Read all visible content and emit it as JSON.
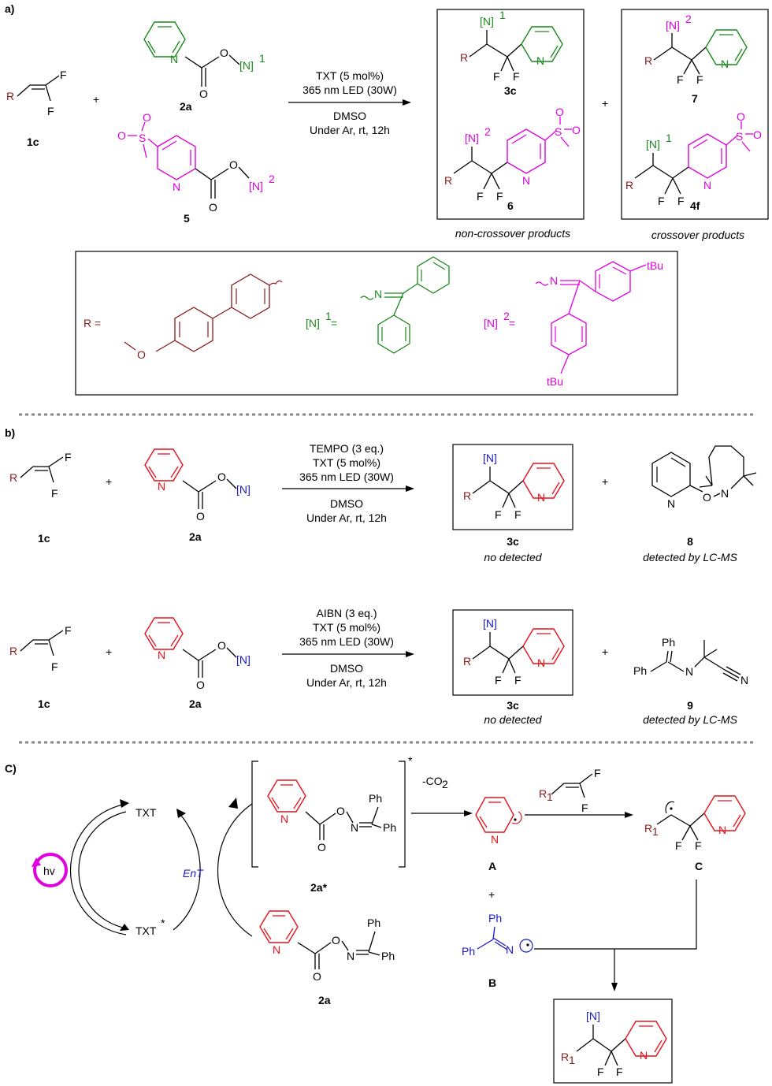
{
  "colors": {
    "ink": "#000000",
    "r_group": "#8b1a1a",
    "n1_green": "#1a8a1a",
    "n2_magenta": "#e000e0",
    "pyridine_red": "#e8101a",
    "n_blue": "#1a1acc",
    "box_border": "#000000",
    "separator": "#888888"
  },
  "panel_a": {
    "label": "a)",
    "conditions": [
      "TXT (5 mol%)",
      "365 nm LED (30W)",
      "DMSO",
      "Under Ar, rt, 12h"
    ],
    "compound_1c": "1c",
    "compound_2a": "2a",
    "compound_5": "5",
    "product_3c": "3c",
    "product_6": "6",
    "product_7": "7",
    "product_4f": "4f",
    "noncross_caption": "non-crossover products",
    "cross_caption": "crossover products",
    "plus": "+",
    "r_def": "R =",
    "n1_def": "[N]",
    "n1_sup": "1",
    "n2_def": "[N]",
    "n2_sup": "2",
    "equals": "=",
    "tbu": "tBu",
    "f": "F",
    "r": "R",
    "o": "O",
    "n": "N",
    "s": "S"
  },
  "panel_b": {
    "label": "b)",
    "conditions_1": [
      "TEMPO (3 eq.)",
      "TXT (5 mol%)",
      "365 nm LED (30W)",
      "DMSO",
      "Under Ar, rt, 12h"
    ],
    "conditions_2": [
      "AIBN (3 eq.)",
      "TXT (5 mol%)",
      "365 nm LED (30W)",
      "DMSO",
      "Under Ar, rt, 12h"
    ],
    "compound_1c": "1c",
    "compound_2a": "2a",
    "product_3c": "3c",
    "not_detected": "no detected",
    "compound_8": "8",
    "compound_9": "9",
    "detected": "detected by LC-MS",
    "n_label": "[N]",
    "ph": "Ph",
    "n": "N"
  },
  "panel_c": {
    "label": "C)",
    "txt": "TXT",
    "txt_star": "TXT",
    "star": "*",
    "hv": "hv",
    "ent": "EnT",
    "minus_co2": "-CO",
    "co2_sub": "2",
    "compound_2a_star": "2a*",
    "compound_2a": "2a",
    "int_a": "A",
    "int_b": "B",
    "int_c": "C",
    "r1": "R",
    "r1_sub": "1",
    "plus": "+",
    "ph": "Ph",
    "n": "N",
    "o": "O",
    "f": "F",
    "n_label": "[N]"
  }
}
